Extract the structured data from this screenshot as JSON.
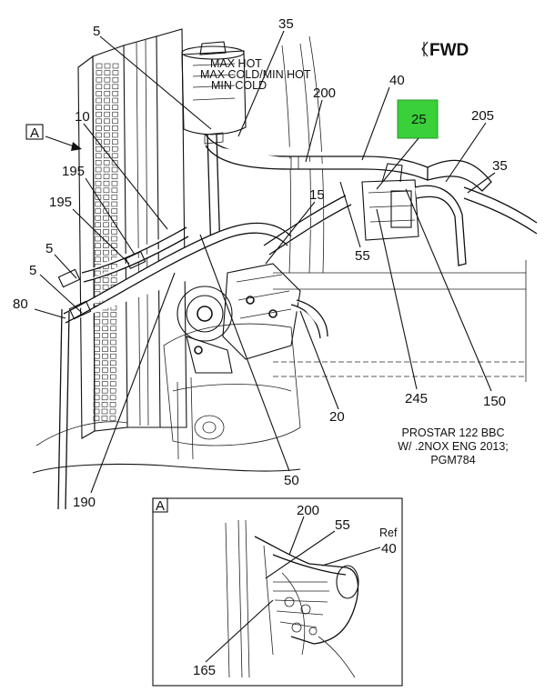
{
  "forward_label": "FWD",
  "highlight_color": "#39d039",
  "view_marker": "A",
  "inset_marker": "A",
  "title_lines": [
    "PROSTAR 122 BBC",
    "W/ .2NOX ENG 2013;",
    "PGM784"
  ],
  "reservoir_marks": [
    "MAX HOT",
    "MAX COLD/MIN HOT",
    "MIN COLD"
  ],
  "callouts": {
    "c5_top": "5",
    "c35_top": "35",
    "c200": "200",
    "c40": "40",
    "c25": "25",
    "c205": "205",
    "c35_right": "35",
    "c10": "10",
    "c195_a": "195",
    "c195_b": "195",
    "c15": "15",
    "c55": "55",
    "c5_mid": "5",
    "c5_low": "5",
    "c80": "80",
    "c245": "245",
    "c150": "150",
    "c20": "20",
    "c50": "50",
    "c190": "190"
  },
  "inset_callouts": {
    "c200": "200",
    "c55": "55",
    "ref": "Ref",
    "c40": "40",
    "c165": "165"
  }
}
